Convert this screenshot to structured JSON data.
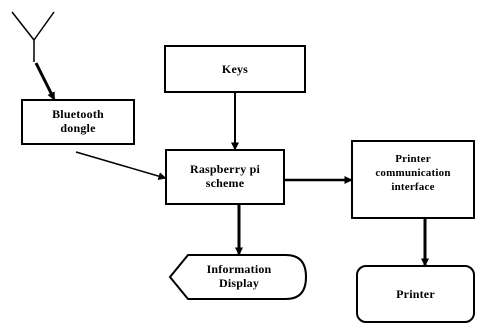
{
  "diagram": {
    "nodes": {
      "bluetooth": {
        "line1": "Bluetooth",
        "line2": "dongle"
      },
      "keys": {
        "label": "Keys"
      },
      "raspberry": {
        "line1": "Raspberry pi",
        "line2": "scheme"
      },
      "printer_interface": {
        "line1": "Printer",
        "line2": "communication",
        "line3": "interface"
      },
      "info_display": {
        "line1": "Information",
        "line2": "Display"
      },
      "printer": {
        "label": "Printer"
      }
    },
    "antenna_icon": "antenna-icon"
  }
}
